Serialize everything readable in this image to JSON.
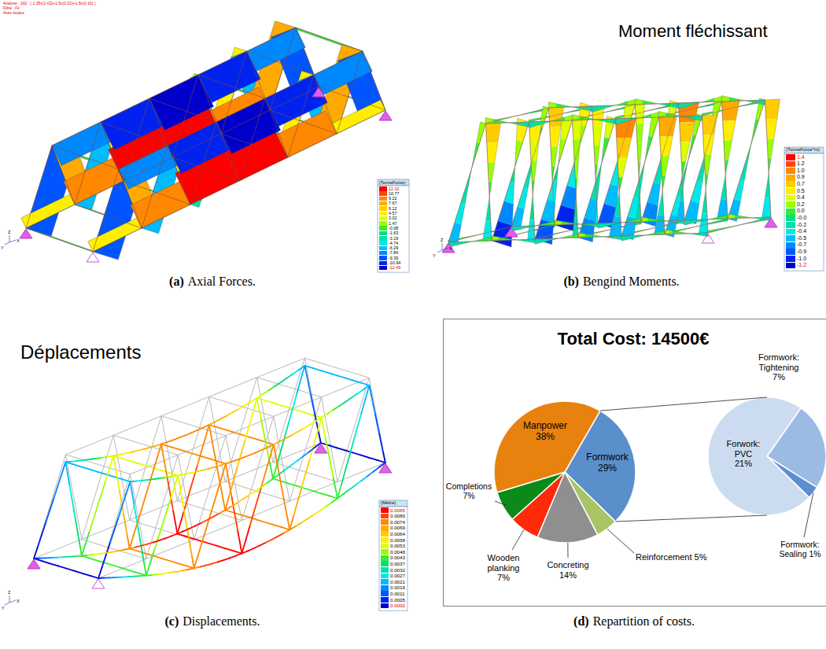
{
  "diagram": {
    "nodes": [
      {
        "text": [
          "Total Cost: 14500€"
        ]
      }
    ],
    "labels": [
      "Analyse : 102 : ( 1.35x(1-02)+1.5x(2-02)+1.5x(2-10) )",
      "Filtre : Fx",
      "Axes locaux",
      "(TonneForce)",
      "Z",
      "Y",
      "X",
      "(a)",
      "Axial Forces.",
      "Moment fléchissant",
      "(TonneForce*m)",
      "Z",
      "Y",
      "X",
      "(b)",
      "Bengind Moments.",
      "Déplacements",
      "(Mètre)",
      "Z",
      "Y",
      "X",
      "(c)",
      "Displacements.",
      "Manpower 38%",
      "Formwork 29%",
      "Completions 7%",
      "Wooden planking 7%",
      "Concreting 14%",
      "Reinforcement 5%",
      "Formwork: Tightening 7%",
      "Forwork: PVC 21%",
      "Formwork: Sealing 1%",
      "(d)",
      "Repartition of costs."
    ],
    "legend": [
      {
        "text": "12.32",
        "color": "#ff0000"
      },
      {
        "text": "10.77",
        "color": "#ff4400"
      },
      {
        "text": "9.22",
        "color": "#ff8800"
      },
      {
        "text": "7.67",
        "color": "#ffaa00"
      },
      {
        "text": "6.12",
        "color": "#ffcc00"
      },
      {
        "text": "4.57",
        "color": "#ffee00"
      },
      {
        "text": "3.02",
        "color": "#ddff00"
      },
      {
        "text": "1.47",
        "color": "#99ff00"
      },
      {
        "text": "-0.08",
        "color": "#33ee33"
      },
      {
        "text": "-1.63",
        "color": "#00e07a"
      },
      {
        "text": "-3.19",
        "color": "#00e0b0"
      },
      {
        "text": "-4.74",
        "color": "#00e8e8"
      },
      {
        "text": "-6.29",
        "color": "#00bbff"
      },
      {
        "text": "-7.84",
        "color": "#0088ff"
      },
      {
        "text": "-9.39",
        "color": "#0055ff"
      },
      {
        "text": "-10.94",
        "color": "#0022ee"
      },
      {
        "text": "-12.49",
        "color": "#0000cc"
      },
      {
        "text": "1.4",
        "color": "#ff0000"
      },
      {
        "text": "1.2",
        "color": "#ff4400"
      },
      {
        "text": "1.0",
        "color": "#ff8800"
      },
      {
        "text": "0.9",
        "color": "#ffaa00"
      },
      {
        "text": "0.7",
        "color": "#ffcc00"
      },
      {
        "text": "0.5",
        "color": "#ffee00"
      },
      {
        "text": "0.4",
        "color": "#ddff00"
      },
      {
        "text": "0.2",
        "color": "#99ff00"
      },
      {
        "text": "0.0",
        "color": "#33ee33"
      },
      {
        "text": "-0.0",
        "color": "#00e07a"
      },
      {
        "text": "-0.2",
        "color": "#00e0b0"
      },
      {
        "text": "-0.4",
        "color": "#00e8e8"
      },
      {
        "text": "-0.5",
        "color": "#00bbff"
      },
      {
        "text": "-0.7",
        "color": "#0088ff"
      },
      {
        "text": "-0.9",
        "color": "#0055ff"
      },
      {
        "text": "-1.0",
        "color": "#0022ee"
      },
      {
        "text": "-1.2",
        "color": "#0000cc"
      },
      {
        "text": "0.0085",
        "color": "#ff0000"
      },
      {
        "text": "0.0080",
        "color": "#ff4400"
      },
      {
        "text": "0.0074",
        "color": "#ff8800"
      },
      {
        "text": "0.0069",
        "color": "#ffaa00"
      },
      {
        "text": "0.0064",
        "color": "#ffcc00"
      },
      {
        "text": "0.0058",
        "color": "#ffee00"
      },
      {
        "text": "0.0053",
        "color": "#ddff00"
      },
      {
        "text": "0.0048",
        "color": "#99ff00"
      },
      {
        "text": "0.0043",
        "color": "#33ee33"
      },
      {
        "text": "0.0037",
        "color": "#00e07a"
      },
      {
        "text": "0.0032",
        "color": "#00e0b0"
      },
      {
        "text": "0.0027",
        "color": "#00e8e8"
      },
      {
        "text": "0.0021",
        "color": "#00bbff"
      },
      {
        "text": "0.0016",
        "color": "#0088ff"
      },
      {
        "text": "0.0011",
        "color": "#0055ff"
      },
      {
        "text": "0.0005",
        "color": "#0022ee"
      },
      {
        "text": "0.0000",
        "color": "#0000cc"
      }
    ]
  }
}
